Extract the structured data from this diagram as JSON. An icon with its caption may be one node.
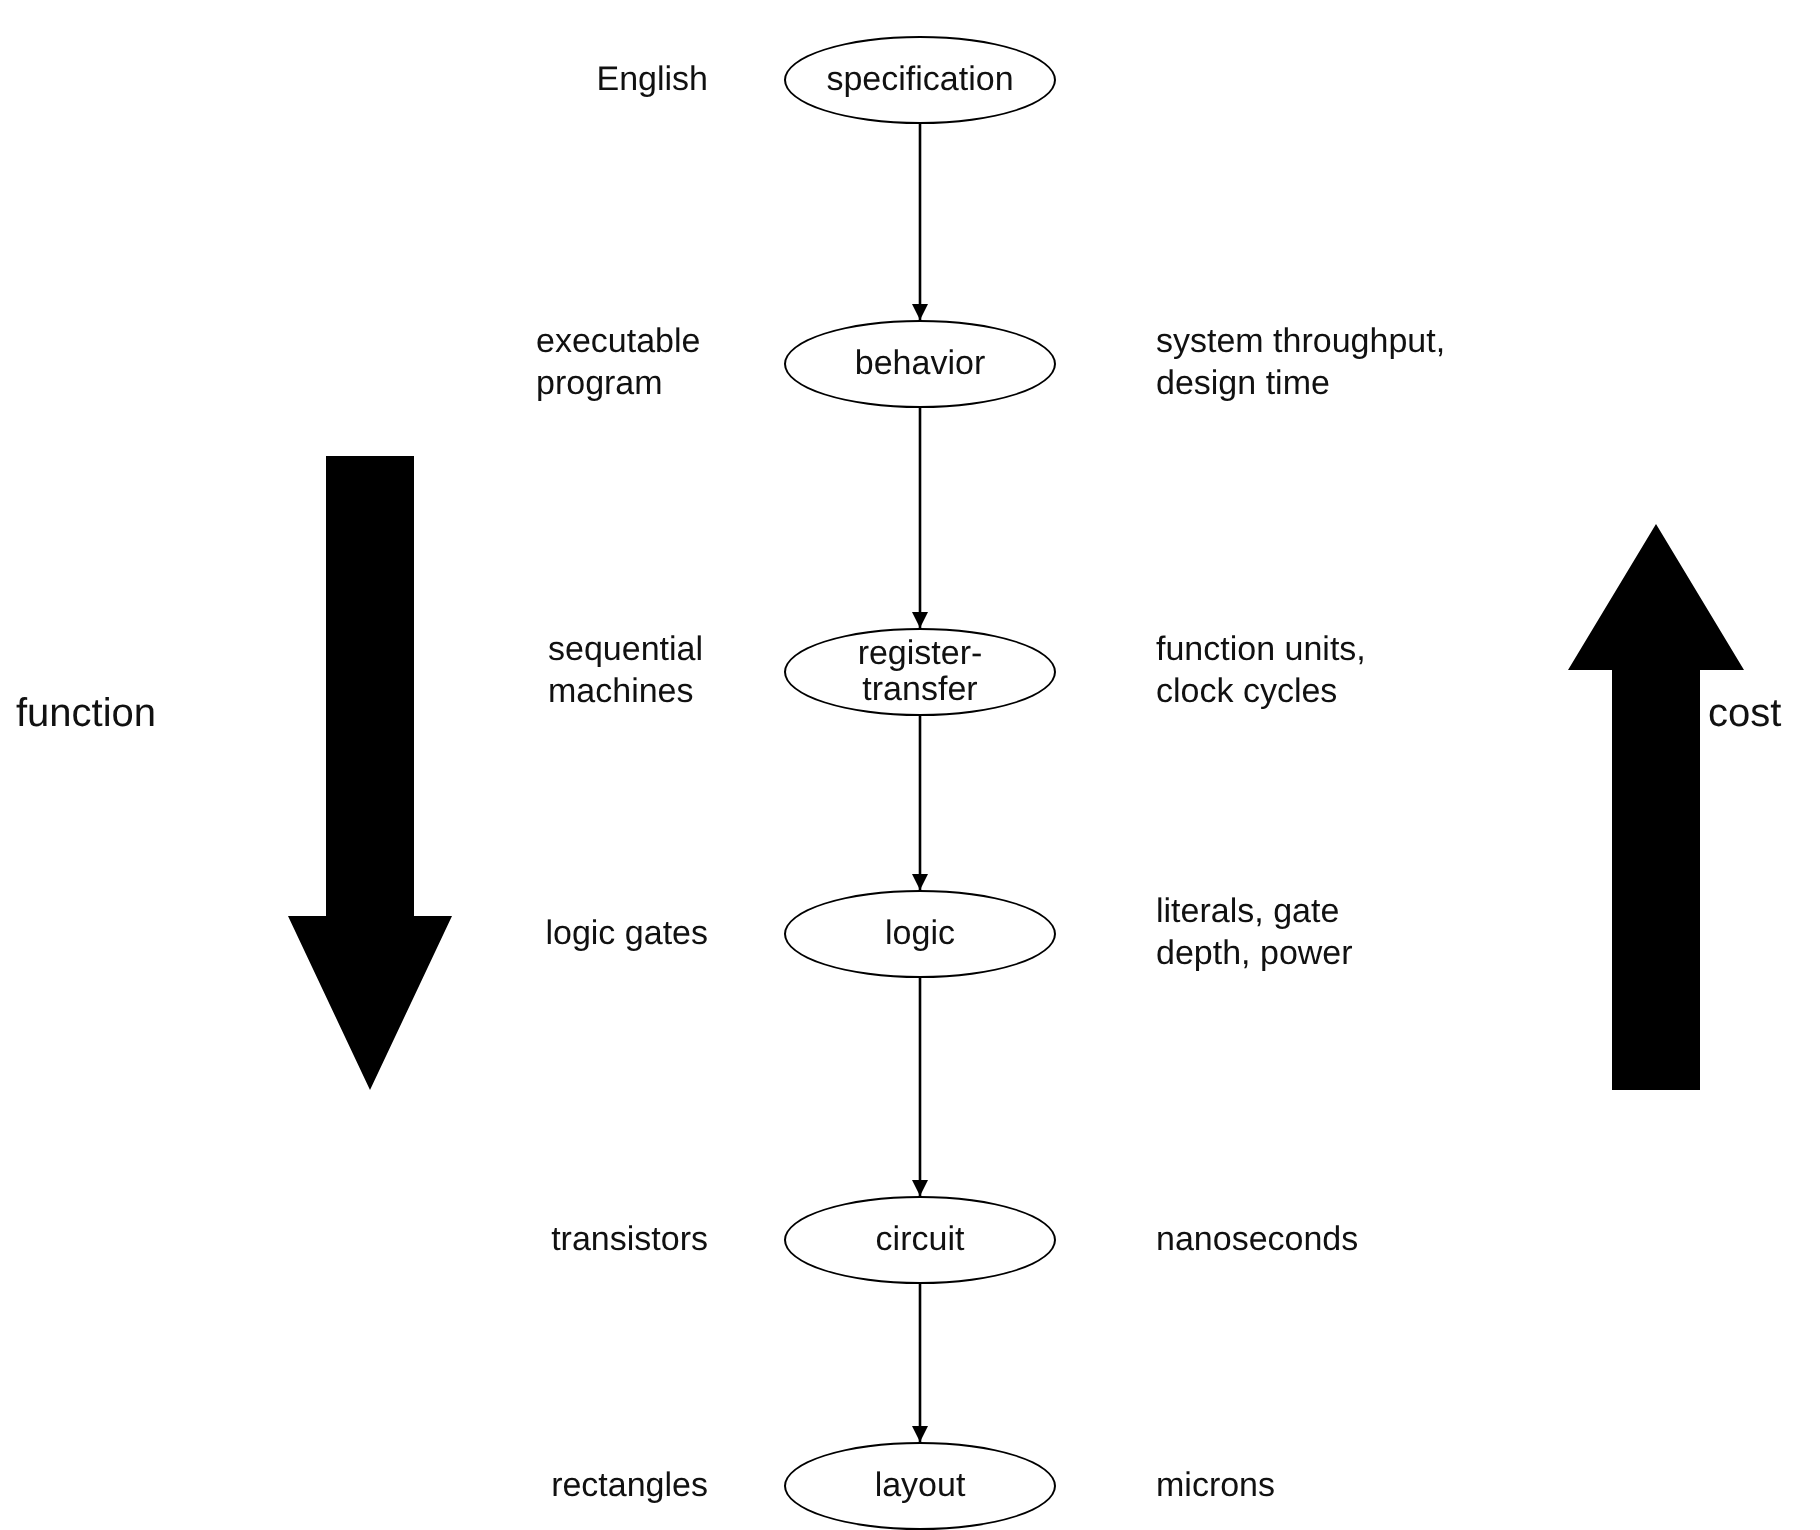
{
  "diagram": {
    "nodes": [
      {
        "text": [
          "specification"
        ],
        "beside": [
          "English"
        ]
      },
      {
        "text": [
          "behavior"
        ],
        "beside": [
          "executable program",
          "system throughput, design time"
        ]
      },
      {
        "text": [
          "register-transfer"
        ],
        "beside": [
          "sequential machines",
          "function units, clock cycles"
        ]
      },
      {
        "text": [
          "logic"
        ],
        "beside": [
          "logic gates",
          "literals, gate depth, power"
        ]
      },
      {
        "text": [
          "circuit"
        ],
        "beside": [
          "transistors",
          "nanoseconds"
        ]
      },
      {
        "text": [
          "layout"
        ],
        "beside": [
          "rectangles",
          "microns"
        ]
      }
    ],
    "edges": [
      {
        "from": 0,
        "to": 1,
        "arrow": "to"
      },
      {
        "from": 1,
        "to": 2,
        "arrow": "to"
      },
      {
        "from": 2,
        "to": 3,
        "arrow": "to"
      },
      {
        "from": 3,
        "to": 4,
        "arrow": "to"
      },
      {
        "from": 4,
        "to": 5,
        "arrow": "to"
      }
    ],
    "labels": [
      "function",
      "cost"
    ]
  }
}
